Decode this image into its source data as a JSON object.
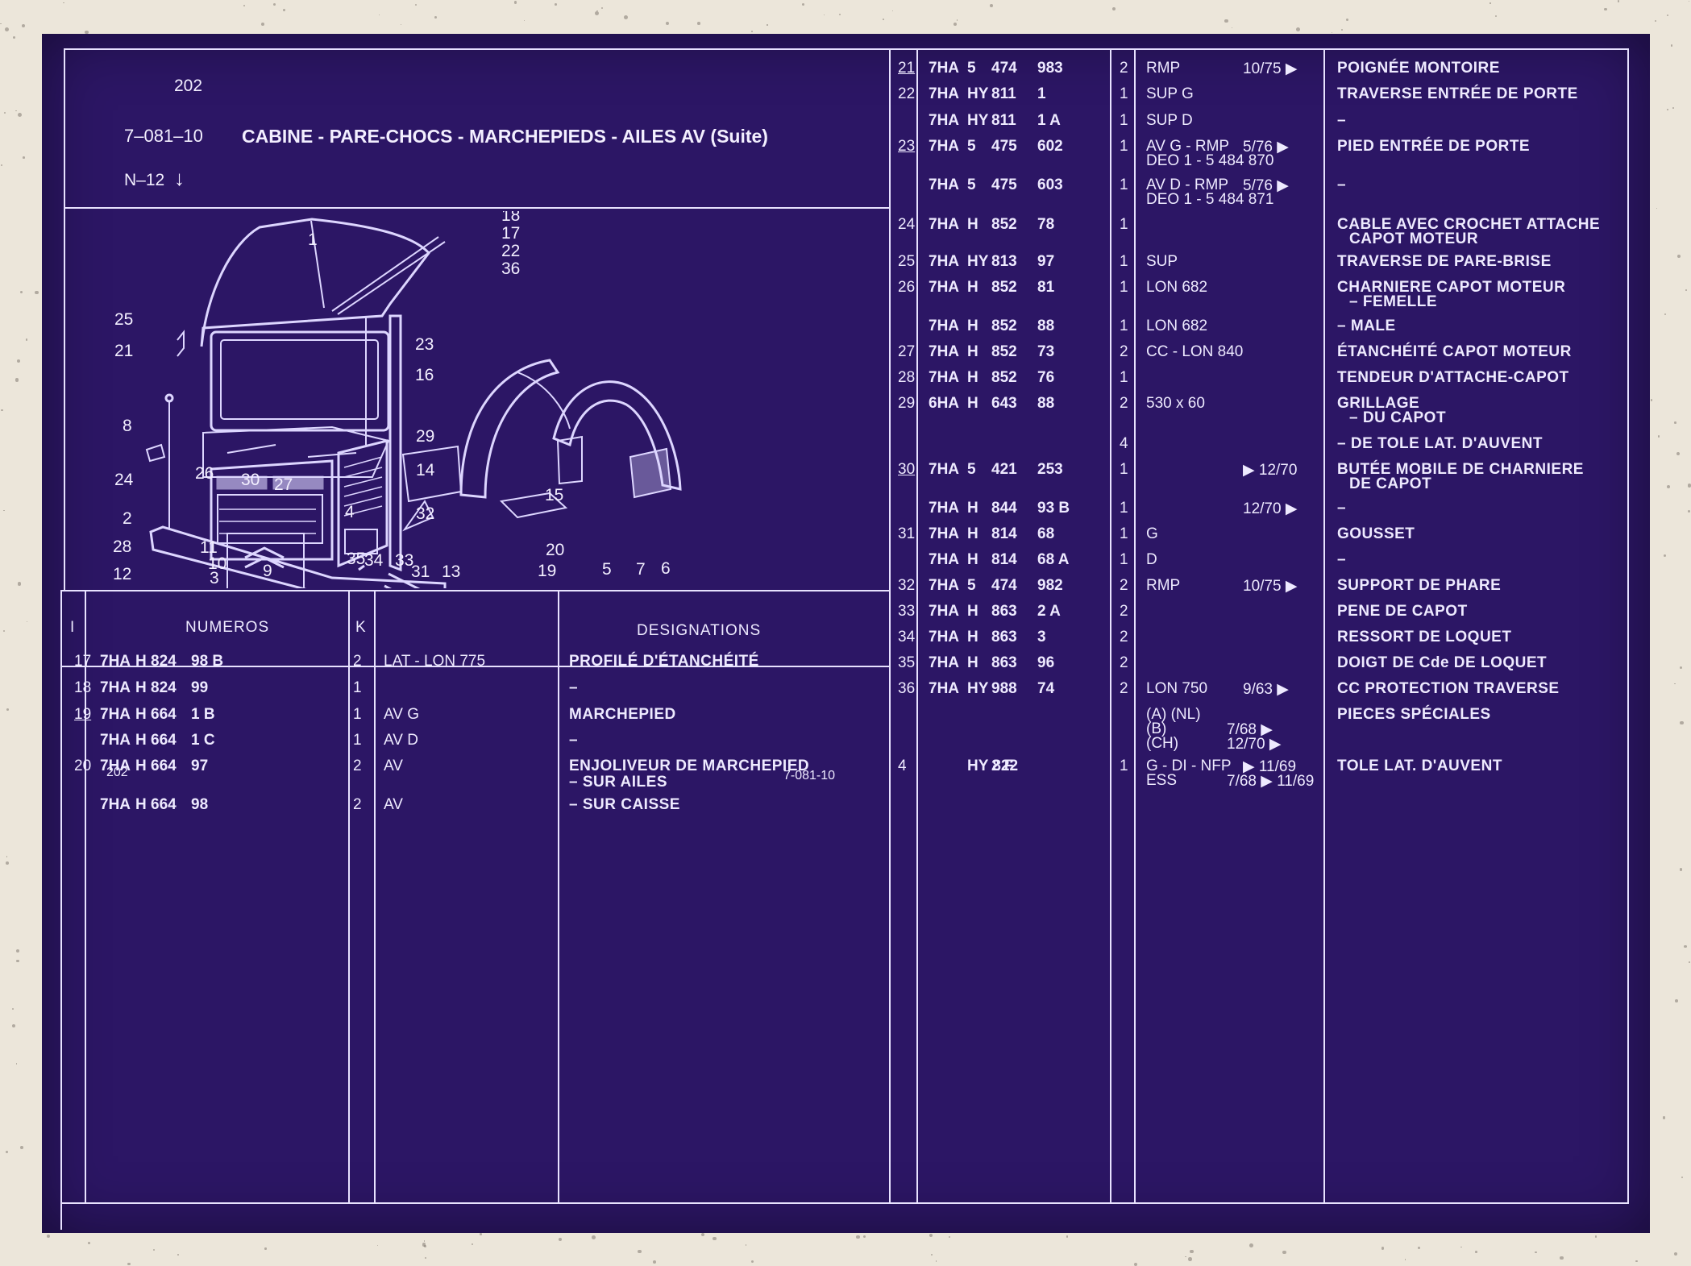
{
  "header": {
    "page": "202",
    "code": "7–081–10",
    "title": "CABINE - PARE-CHOCS - MARCHEPIEDS - AILES AV (Suite)",
    "model": "N–12",
    "model_arrow": "↓"
  },
  "drawing": {
    "page_label": "202",
    "ref_label": "7-081-10",
    "callouts": [
      "1",
      "18",
      "17",
      "22",
      "36",
      "25",
      "21",
      "23",
      "16",
      "8",
      "29",
      "14",
      "24",
      "26",
      "30",
      "27",
      "15",
      "2",
      "32",
      "11",
      "28",
      "12",
      "4",
      "20",
      "3",
      "35",
      "31",
      "13",
      "19",
      "5",
      "7",
      "6",
      "10",
      "9",
      "34",
      "33"
    ]
  },
  "left_table": {
    "headers": {
      "i": "I",
      "numeros": "NUMEROS",
      "k": "K",
      "designations": "DESIGNATIONS"
    },
    "rows": [
      {
        "i": "17",
        "a": "7HA",
        "b": "H",
        "c": "824",
        "d": "98 B",
        "k": "2",
        "note": "LAT - LON 775",
        "des": "PROFILÉ D'ÉTANCHÉITÉ"
      },
      {
        "i": "18",
        "a": "7HA",
        "b": "H",
        "c": "824",
        "d": "99",
        "k": "1",
        "note": "",
        "des": "–"
      },
      {
        "i": "19",
        "a": "7HA",
        "b": "H",
        "c": "664",
        "d": "1 B",
        "k": "1",
        "note": "AV G",
        "des": "MARCHEPIED"
      },
      {
        "i": "",
        "a": "7HA",
        "b": "H",
        "c": "664",
        "d": "1 C",
        "k": "1",
        "note": "AV D",
        "des": "–"
      },
      {
        "i": "20",
        "a": "7HA",
        "b": "H",
        "c": "664",
        "d": "97",
        "k": "2",
        "note": "AV",
        "des": "ENJOLIVEUR DE MARCHEPIED",
        "des2": "– SUR AILES"
      },
      {
        "i": "",
        "a": "7HA",
        "b": "H",
        "c": "664",
        "d": "98",
        "k": "2",
        "note": "AV",
        "des": "– SUR CAISSE"
      }
    ]
  },
  "right_table": {
    "rows": [
      {
        "i": "21",
        "a": "7HA",
        "b": "5",
        "c": "474",
        "d": "983",
        "k": "2",
        "n1": "RMP",
        "n2": "10/75 ▶",
        "des": "POIGNÉE MONTOIRE"
      },
      {
        "i": "22",
        "a": "7HA",
        "b": "HY",
        "c": "811",
        "d": "1",
        "k": "1",
        "n1": "SUP G",
        "n2": "",
        "des": "TRAVERSE ENTRÉE DE PORTE"
      },
      {
        "i": "",
        "a": "7HA",
        "b": "HY",
        "c": "811",
        "d": "1 A",
        "k": "1",
        "n1": "SUP D",
        "n2": "",
        "des": "–"
      },
      {
        "i": "23",
        "a": "7HA",
        "b": "5",
        "c": "475",
        "d": "602",
        "k": "1",
        "n1": "AV G - RMP",
        "n2": "5/76 ▶",
        "n3": "DEO 1 - 5 484 870",
        "des": "PIED ENTRÉE DE PORTE"
      },
      {
        "i": "",
        "a": "7HA",
        "b": "5",
        "c": "475",
        "d": "603",
        "k": "1",
        "n1": "AV D - RMP",
        "n2": "5/76 ▶",
        "n3": "DEO 1 - 5 484 871",
        "des": "–"
      },
      {
        "i": "24",
        "a": "7HA",
        "b": "H",
        "c": "852",
        "d": "78",
        "k": "1",
        "n1": "",
        "n2": "",
        "des": "CABLE AVEC CROCHET ATTACHE",
        "des2": "CAPOT MOTEUR"
      },
      {
        "i": "25",
        "a": "7HA",
        "b": "HY",
        "c": "813",
        "d": "97",
        "k": "1",
        "n1": "SUP",
        "n2": "",
        "des": "TRAVERSE DE PARE-BRISE"
      },
      {
        "i": "26",
        "a": "7HA",
        "b": "H",
        "c": "852",
        "d": "81",
        "k": "1",
        "n1": "LON 682",
        "n2": "",
        "des": "CHARNIERE CAPOT MOTEUR",
        "des2": "– FEMELLE"
      },
      {
        "i": "",
        "a": "7HA",
        "b": "H",
        "c": "852",
        "d": "88",
        "k": "1",
        "n1": "LON 682",
        "n2": "",
        "des": "– MALE"
      },
      {
        "i": "27",
        "a": "7HA",
        "b": "H",
        "c": "852",
        "d": "73",
        "k": "2",
        "n1": "CC - LON 840",
        "n2": "",
        "des": "ÉTANCHÉITÉ CAPOT MOTEUR"
      },
      {
        "i": "28",
        "a": "7HA",
        "b": "H",
        "c": "852",
        "d": "76",
        "k": "1",
        "n1": "",
        "n2": "",
        "des": "TENDEUR D'ATTACHE-CAPOT"
      },
      {
        "i": "29",
        "a": "6HA",
        "b": "H",
        "c": "643",
        "d": "88",
        "k": "2",
        "n1": "530 x 60",
        "n2": "",
        "des": "GRILLAGE",
        "des2": "– DU CAPOT"
      },
      {
        "i": "",
        "a": "",
        "b": "",
        "c": "",
        "d": "",
        "k": "4",
        "n1": "",
        "n2": "",
        "des": "– DE TOLE LAT. D'AUVENT"
      },
      {
        "i": "30",
        "a": "7HA",
        "b": "5",
        "c": "421",
        "d": "253",
        "k": "1",
        "n1": "",
        "n2": "▶ 12/70",
        "des": "BUTÉE MOBILE DE CHARNIERE",
        "des2": "DE CAPOT"
      },
      {
        "i": "",
        "a": "7HA",
        "b": "H",
        "c": "844",
        "d": "93 B",
        "k": "1",
        "n1": "",
        "n2": "12/70 ▶",
        "des": "–"
      },
      {
        "i": "31",
        "a": "7HA",
        "b": "H",
        "c": "814",
        "d": "68",
        "k": "1",
        "n1": "G",
        "n2": "",
        "des": "GOUSSET"
      },
      {
        "i": "",
        "a": "7HA",
        "b": "H",
        "c": "814",
        "d": "68 A",
        "k": "1",
        "n1": "D",
        "n2": "",
        "des": "–"
      },
      {
        "i": "32",
        "a": "7HA",
        "b": "5",
        "c": "474",
        "d": "982",
        "k": "2",
        "n1": "RMP",
        "n2": "10/75 ▶",
        "des": "SUPPORT DE PHARE"
      },
      {
        "i": "33",
        "a": "7HA",
        "b": "H",
        "c": "863",
        "d": "2 A",
        "k": "2",
        "n1": "",
        "n2": "",
        "des": "PENE DE CAPOT"
      },
      {
        "i": "34",
        "a": "7HA",
        "b": "H",
        "c": "863",
        "d": "3",
        "k": "2",
        "n1": "",
        "n2": "",
        "des": "RESSORT DE LOQUET"
      },
      {
        "i": "35",
        "a": "7HA",
        "b": "H",
        "c": "863",
        "d": "96",
        "k": "2",
        "n1": "",
        "n2": "",
        "des": "DOIGT DE Cde DE LOQUET"
      },
      {
        "i": "36",
        "a": "7HA",
        "b": "HY",
        "c": "988",
        "d": "74",
        "k": "2",
        "n1": "LON 750",
        "n2": "9/63 ▶",
        "des": "CC PROTECTION TRAVERSE"
      },
      {
        "i": "",
        "a": "",
        "b": "",
        "c": "",
        "d": "",
        "k": "",
        "n1": "(A) (NL)",
        "n2": "",
        "n3": "(B)",
        "n4": "7/68 ▶",
        "n5": "(CH)",
        "n6": "12/70 ▶",
        "des": "PIECES SPÉCIALES"
      },
      {
        "i": "4",
        "a": "",
        "b": "HY 822",
        "c": "2 F",
        "d": "",
        "k": "1",
        "n1": "G - DI - NFP",
        "n2": "▶ 11/69",
        "n3": "ESS",
        "n4": "7/68 ▶ 11/69",
        "des": "TOLE LAT. D'AUVENT"
      }
    ]
  }
}
